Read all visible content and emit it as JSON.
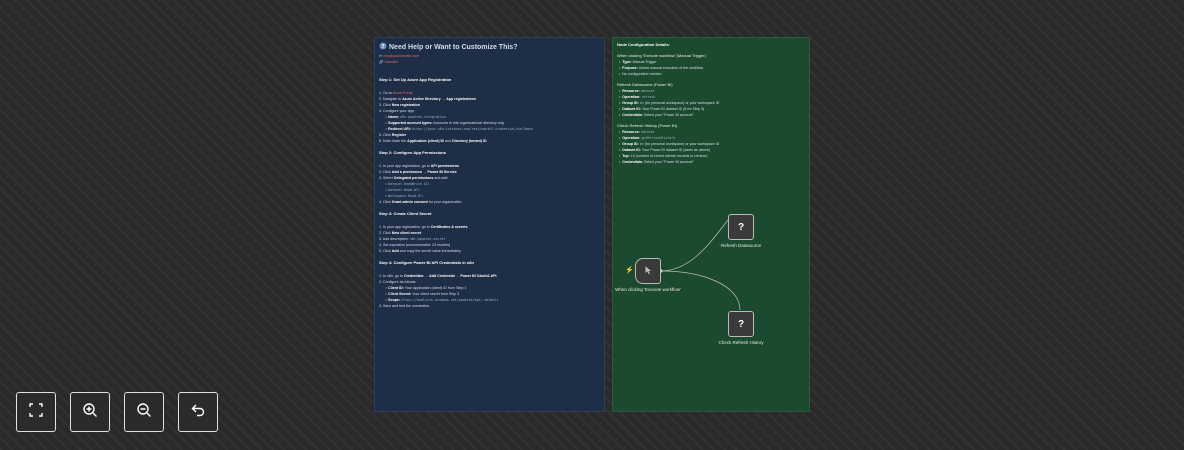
{
  "help_note": {
    "title": "Need Help or Want to Customize This?",
    "email": "info@yourdomain.com",
    "linkedin": "LinkedIn",
    "step1": {
      "heading": "Step 1: Set Up Azure App Registration",
      "i1_pre": "1. Go to ",
      "i1_link": "Azure Portal",
      "i2_pre": "2. Navigate to ",
      "i2_b1": "Azure Active Directory",
      "i2_mid": " → ",
      "i2_b2": "App registrations",
      "i3_pre": "3. Click ",
      "i3_b": "New registration",
      "i4": "4. Configure your app:",
      "s1_b": "Name:",
      "s1_m": "n8n-powerbi-integration",
      "s2_b": "Supported account types:",
      "s2_t": " Accounts in this organizational directory only",
      "s3_b": "Redirect URI:",
      "s3_m": "https://your-n8n-instance.com/rest/oauth2-credential/callback",
      "i5_pre": "5. Click ",
      "i5_b": "Register",
      "i6_pre": "6. Note down the ",
      "i6_b1": "Application (client) ID",
      "i6_mid": " and ",
      "i6_b2": "Directory (tenant) ID"
    },
    "step2": {
      "heading": "Step 2: Configure App Permissions",
      "i1_pre": "1. In your app registration, go to ",
      "i1_b": "API permissions",
      "i2_pre": "2. Click ",
      "i2_b1": "Add a permission",
      "i2_mid": " → ",
      "i2_b2": "Power BI Service",
      "i3_pre": "3. Select ",
      "i3_b": "Delegated permissions",
      "i3_post": " and add:",
      "p1": "Dataset.ReadWrite.All",
      "p2": "Dataset.Read.All",
      "p3": "Workspace.Read.All",
      "i4_pre": "4. Click ",
      "i4_b": "Grant admin consent",
      "i4_post": " for your organization"
    },
    "step3": {
      "heading": "Step 3: Create Client Secret",
      "i1_pre": "1. In your app registration, go to ",
      "i1_b": "Certificates & secrets",
      "i2_pre": "2. Click ",
      "i2_b": "New client secret",
      "i3_pre": "3. Add description: ",
      "i3_m": "n8n-powerbi-secret",
      "i4": "4. Set expiration (recommended: 24 months)",
      "i5_pre": "5. Click ",
      "i5_b": "Add",
      "i5_post": " and copy the secret value immediately"
    },
    "step4": {
      "heading": "Step 4: Configure Power BI API Credentials in n8n",
      "i1_pre": "1. In n8n, go to ",
      "i1_b1": "Credentials",
      "i1_mid": " → ",
      "i1_b2": "Add Credential",
      "i1_mid2": " → ",
      "i1_b3": "Power BI OAuth2 API",
      "i2": "2. Configure as follows:",
      "s1_b": "Client ID:",
      "s1_t": " Your Application (client) ID from Step 1",
      "s2_b": "Client Secret:",
      "s2_t": " Your client secret from Step 3",
      "s3_b": "Scope:",
      "s3_m": "https://analysis.windows.net/powerbi/api/.default",
      "i3": "3. Save and test the connection"
    }
  },
  "config_note": {
    "heading": "Node Configuration Details:",
    "trigger": {
      "title": "When clicking 'Execute workflow' (Manual Trigger)",
      "b1_b": "Type:",
      "b1_t": " Manual Trigger",
      "b2_b": "Purpose:",
      "b2_t": " Allows manual execution of the workflow",
      "b3": "No configuration needed"
    },
    "refresh": {
      "title": "Refresh Datasource (Power BI)",
      "r_b": "Resource:",
      "r_m": "dataset",
      "o_b": "Operation:",
      "o_m": "refresh",
      "g_b": "Group ID:",
      "g_m": "me",
      "g_t": " (for personal workspace) or your workspace ID",
      "d_b": "Dataset ID:",
      "d_t": " Your Power BI dataset ID (from Step 5)",
      "c_b": "Credentials:",
      "c_t": " Select your \"Power BI account\""
    },
    "history": {
      "title": "Check Refresh History (Power BI)",
      "r_b": "Resource:",
      "r_m": "dataset",
      "o_b": "Operation:",
      "o_m": "getRefreshHistory",
      "g_b": "Group ID:",
      "g_m": "me",
      "g_t": " (for personal workspace) or your workspace ID",
      "d_b": "Dataset ID:",
      "d_t": " Your Power BI dataset ID (same as above)",
      "t_b": "Top:",
      "t_t": " 10 (number of recent refresh records to retrieve)",
      "c_b": "Credentials:",
      "c_t": " Select your \"Power BI account\""
    }
  },
  "workflow": {
    "trigger_label": "When clicking 'Execute workflow'",
    "refresh_label": "Refresh Datasource",
    "history_label": "Check Refresh History",
    "unknown_glyph": "?"
  },
  "controls": {
    "fit_icon": "fit-view-icon",
    "zoom_in_icon": "zoom-in-icon",
    "zoom_out_icon": "zoom-out-icon",
    "reset_icon": "undo-icon"
  },
  "colors": {
    "canvas_bg": "#2a2a2a",
    "help_note_bg": "#1e2e46",
    "config_note_bg": "#1c4a2e",
    "trigger_bolt": "#ff6d5a",
    "link": "#e06c6c"
  }
}
